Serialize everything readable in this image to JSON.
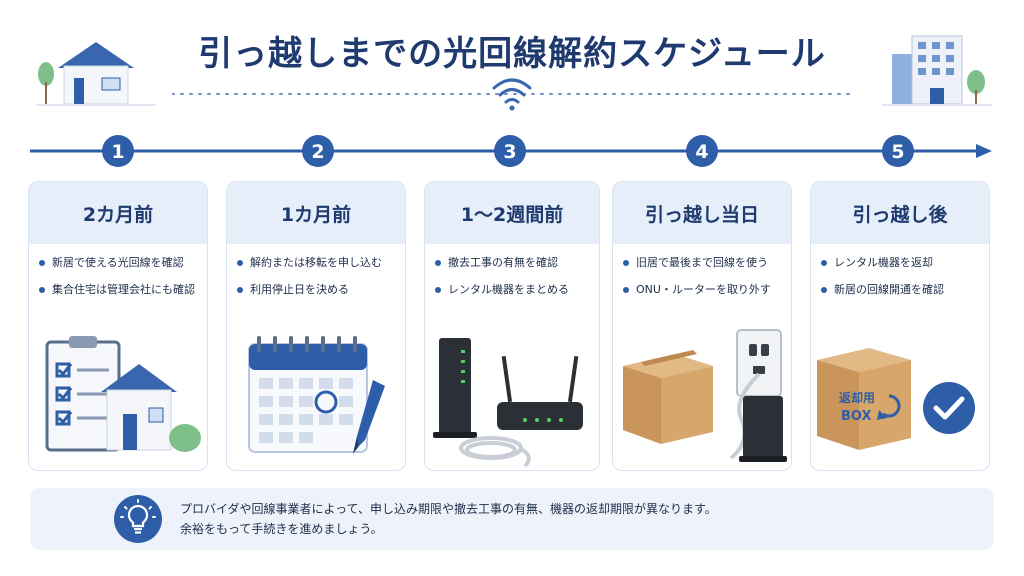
{
  "title": "引っ越しまでの光回線解約スケジュール",
  "steps": [
    {
      "number": "1",
      "heading": "2カ月前",
      "items": [
        "新居で使える光回線を確認",
        "集合住宅は管理会社にも確認"
      ]
    },
    {
      "number": "2",
      "heading": "1カ月前",
      "items": [
        "解約または移転を申し込む",
        "利用停止日を決める"
      ]
    },
    {
      "number": "3",
      "heading": "1〜2週間前",
      "items": [
        "撤去工事の有無を確認",
        "レンタル機器をまとめる"
      ]
    },
    {
      "number": "4",
      "heading": "引っ越し当日",
      "items": [
        "旧居で最後まで回線を使う",
        "ONU・ルーターを取り外す"
      ]
    },
    {
      "number": "5",
      "heading": "引っ越し後",
      "items": [
        "レンタル機器を返却",
        "新居の回線開通を確認"
      ]
    }
  ],
  "box_label": {
    "line1": "返却用",
    "line2": "BOX"
  },
  "note": {
    "line1": "プロバイダや回線事業者によって、申し込み期限や撤去工事の有無、機器の返却期限が異なります。",
    "line2": "余裕をもって手続きを進めましょう。"
  },
  "colors": {
    "primary": "#2f5ea8",
    "dark": "#1e3a6e",
    "light": "#e6eefa"
  },
  "icons": [
    "house-icon",
    "building-icon",
    "wifi-icon",
    "checklist-icon",
    "calendar-icon",
    "pen-icon",
    "onu-icon",
    "router-icon",
    "cable-icon",
    "cardboard-box-icon",
    "wall-outlet-icon",
    "return-box-icon",
    "checkmark-icon",
    "lightbulb-icon"
  ]
}
